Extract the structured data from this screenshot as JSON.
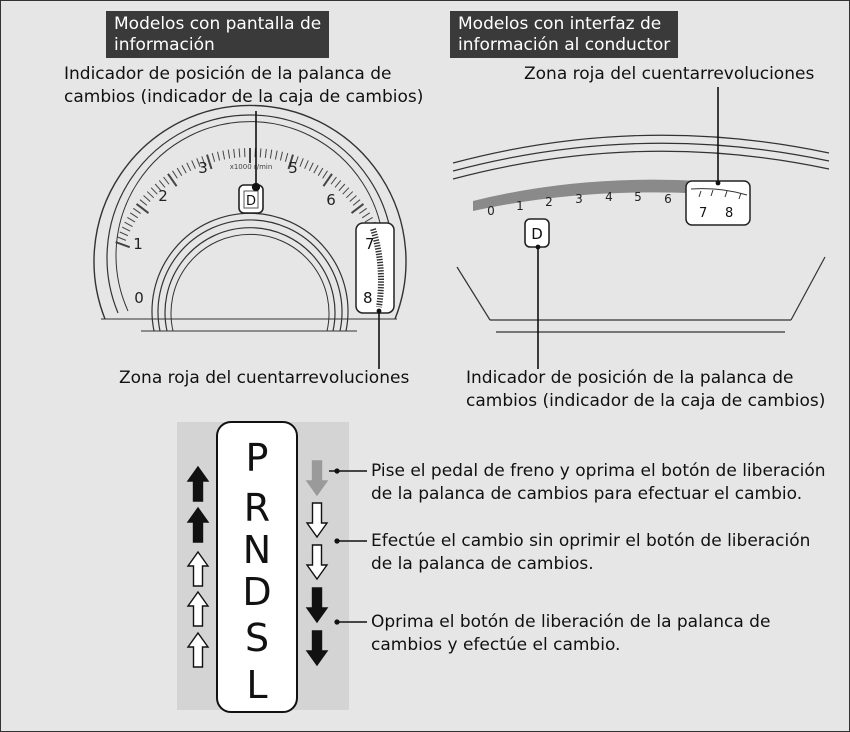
{
  "left_panel": {
    "tag_lines": [
      "Modelos con pantalla de",
      "información"
    ],
    "top_label_lines": [
      "Indicador de posición de la palanca de",
      "cambios (indicador de la caja de cambios)"
    ],
    "bottom_label": "Zona roja del cuentarrevoluciones",
    "tach_numbers": [
      "0",
      "1",
      "2",
      "3",
      "5",
      "6",
      "7",
      "8"
    ],
    "tach_unit": "x1000 r/min",
    "gear_letter": "D"
  },
  "right_panel": {
    "tag_lines": [
      "Modelos con interfaz de",
      "información al conductor"
    ],
    "top_label": "Zona roja del cuentarrevoluciones",
    "bottom_label_lines": [
      "Indicador de posición de la palanca de",
      "cambios (indicador de la caja de cambios)"
    ],
    "tach_numbers": [
      "0",
      "1",
      "2",
      "3",
      "4",
      "5",
      "6",
      "7",
      "8"
    ],
    "gear_letter": "D"
  },
  "shifter": {
    "letters": [
      "P",
      "R",
      "N",
      "D",
      "S",
      "L"
    ],
    "notes": [
      [
        "Pise el pedal de freno y oprima el botón de liberación",
        "de la palanca de cambios para efectuar el cambio."
      ],
      [
        "Efectúe el cambio sin oprimir el botón de liberación",
        "de la palanca de cambios."
      ],
      [
        "Oprima el botón de liberación de la palanca de",
        "cambios y efectúe el cambio."
      ]
    ]
  }
}
